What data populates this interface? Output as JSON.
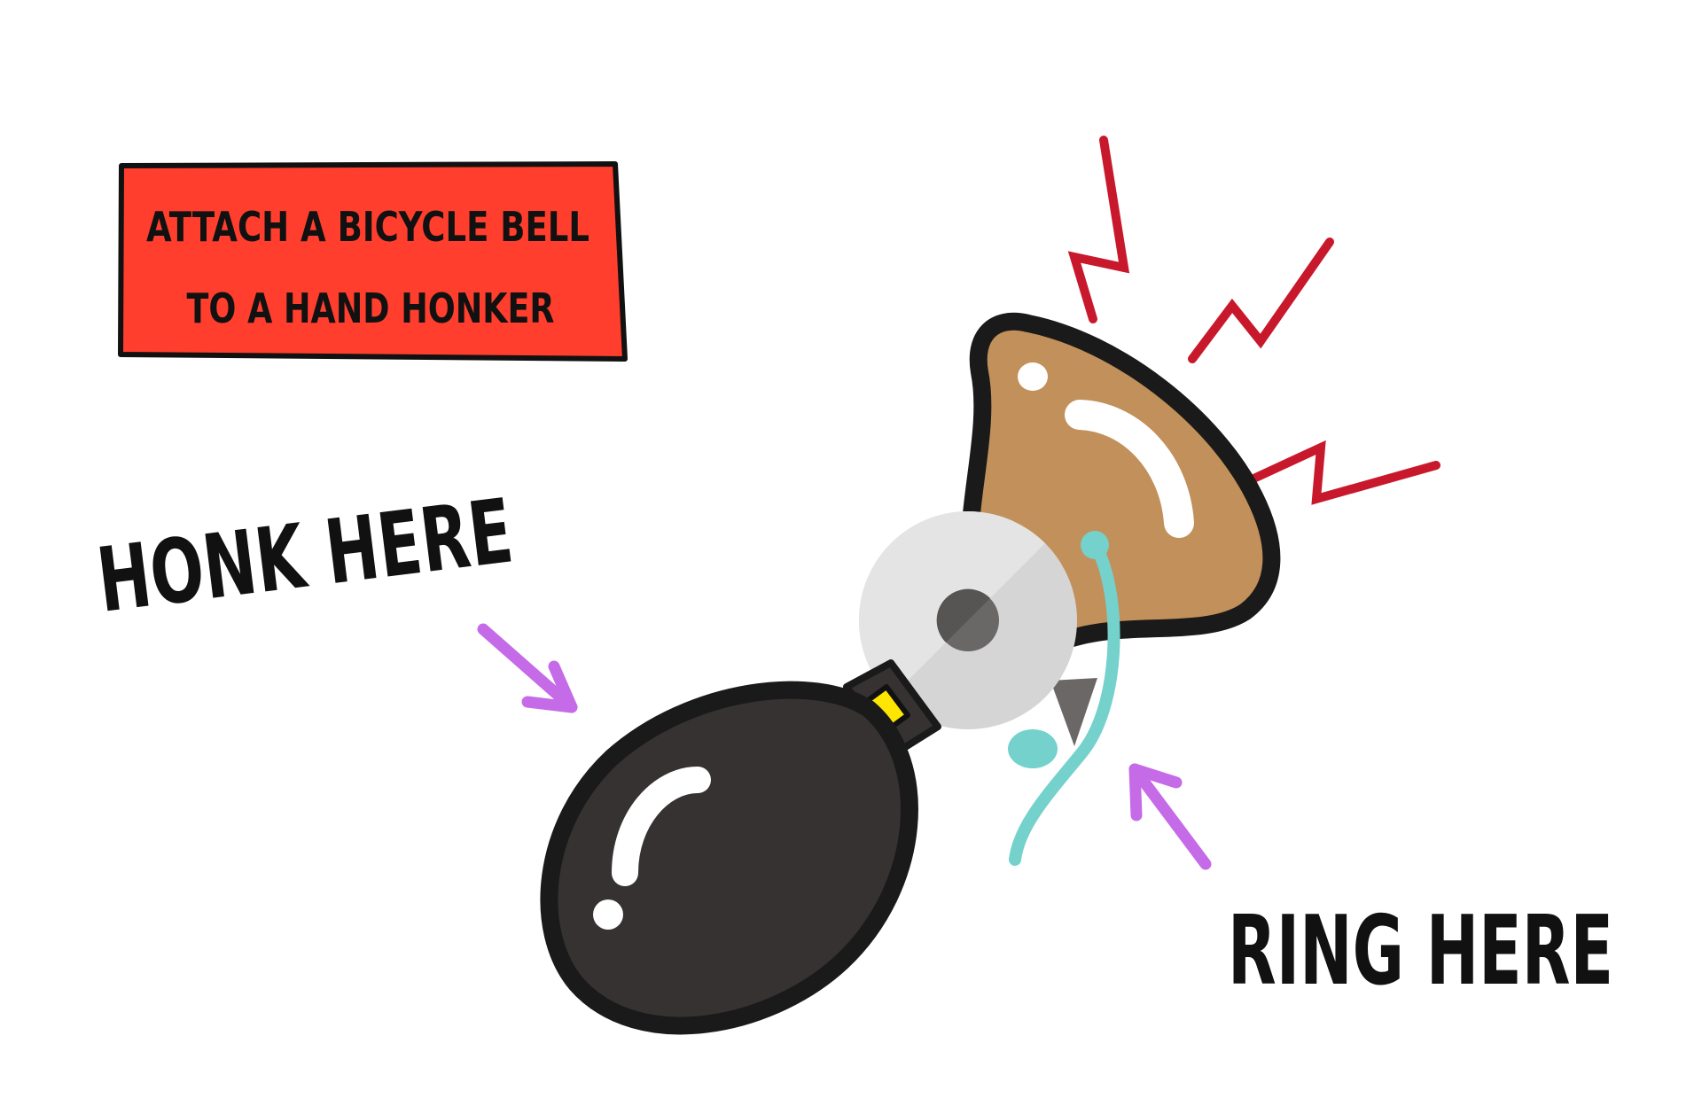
{
  "title_box": {
    "line1": "ATTACH A BICYCLE BELL",
    "line2": "TO A HAND HONKER",
    "fill_color": "#ff3e2d",
    "border_color": "#111111"
  },
  "labels": {
    "honk": "HONK HERE",
    "ring": "RING HERE"
  },
  "colors": {
    "arrow": "#c56be8",
    "sound_lines": "#c8192c",
    "bell_brass": "#c2905a",
    "honker_bulb": "#363232",
    "bell_cap": "#d5d5d5",
    "ringer_lever": "#74d1cc",
    "clamp_band": "#ffe600"
  },
  "icons": [
    "honker-bulb-icon",
    "bicycle-bell-icon",
    "sound-burst-icon",
    "arrow-icon"
  ]
}
